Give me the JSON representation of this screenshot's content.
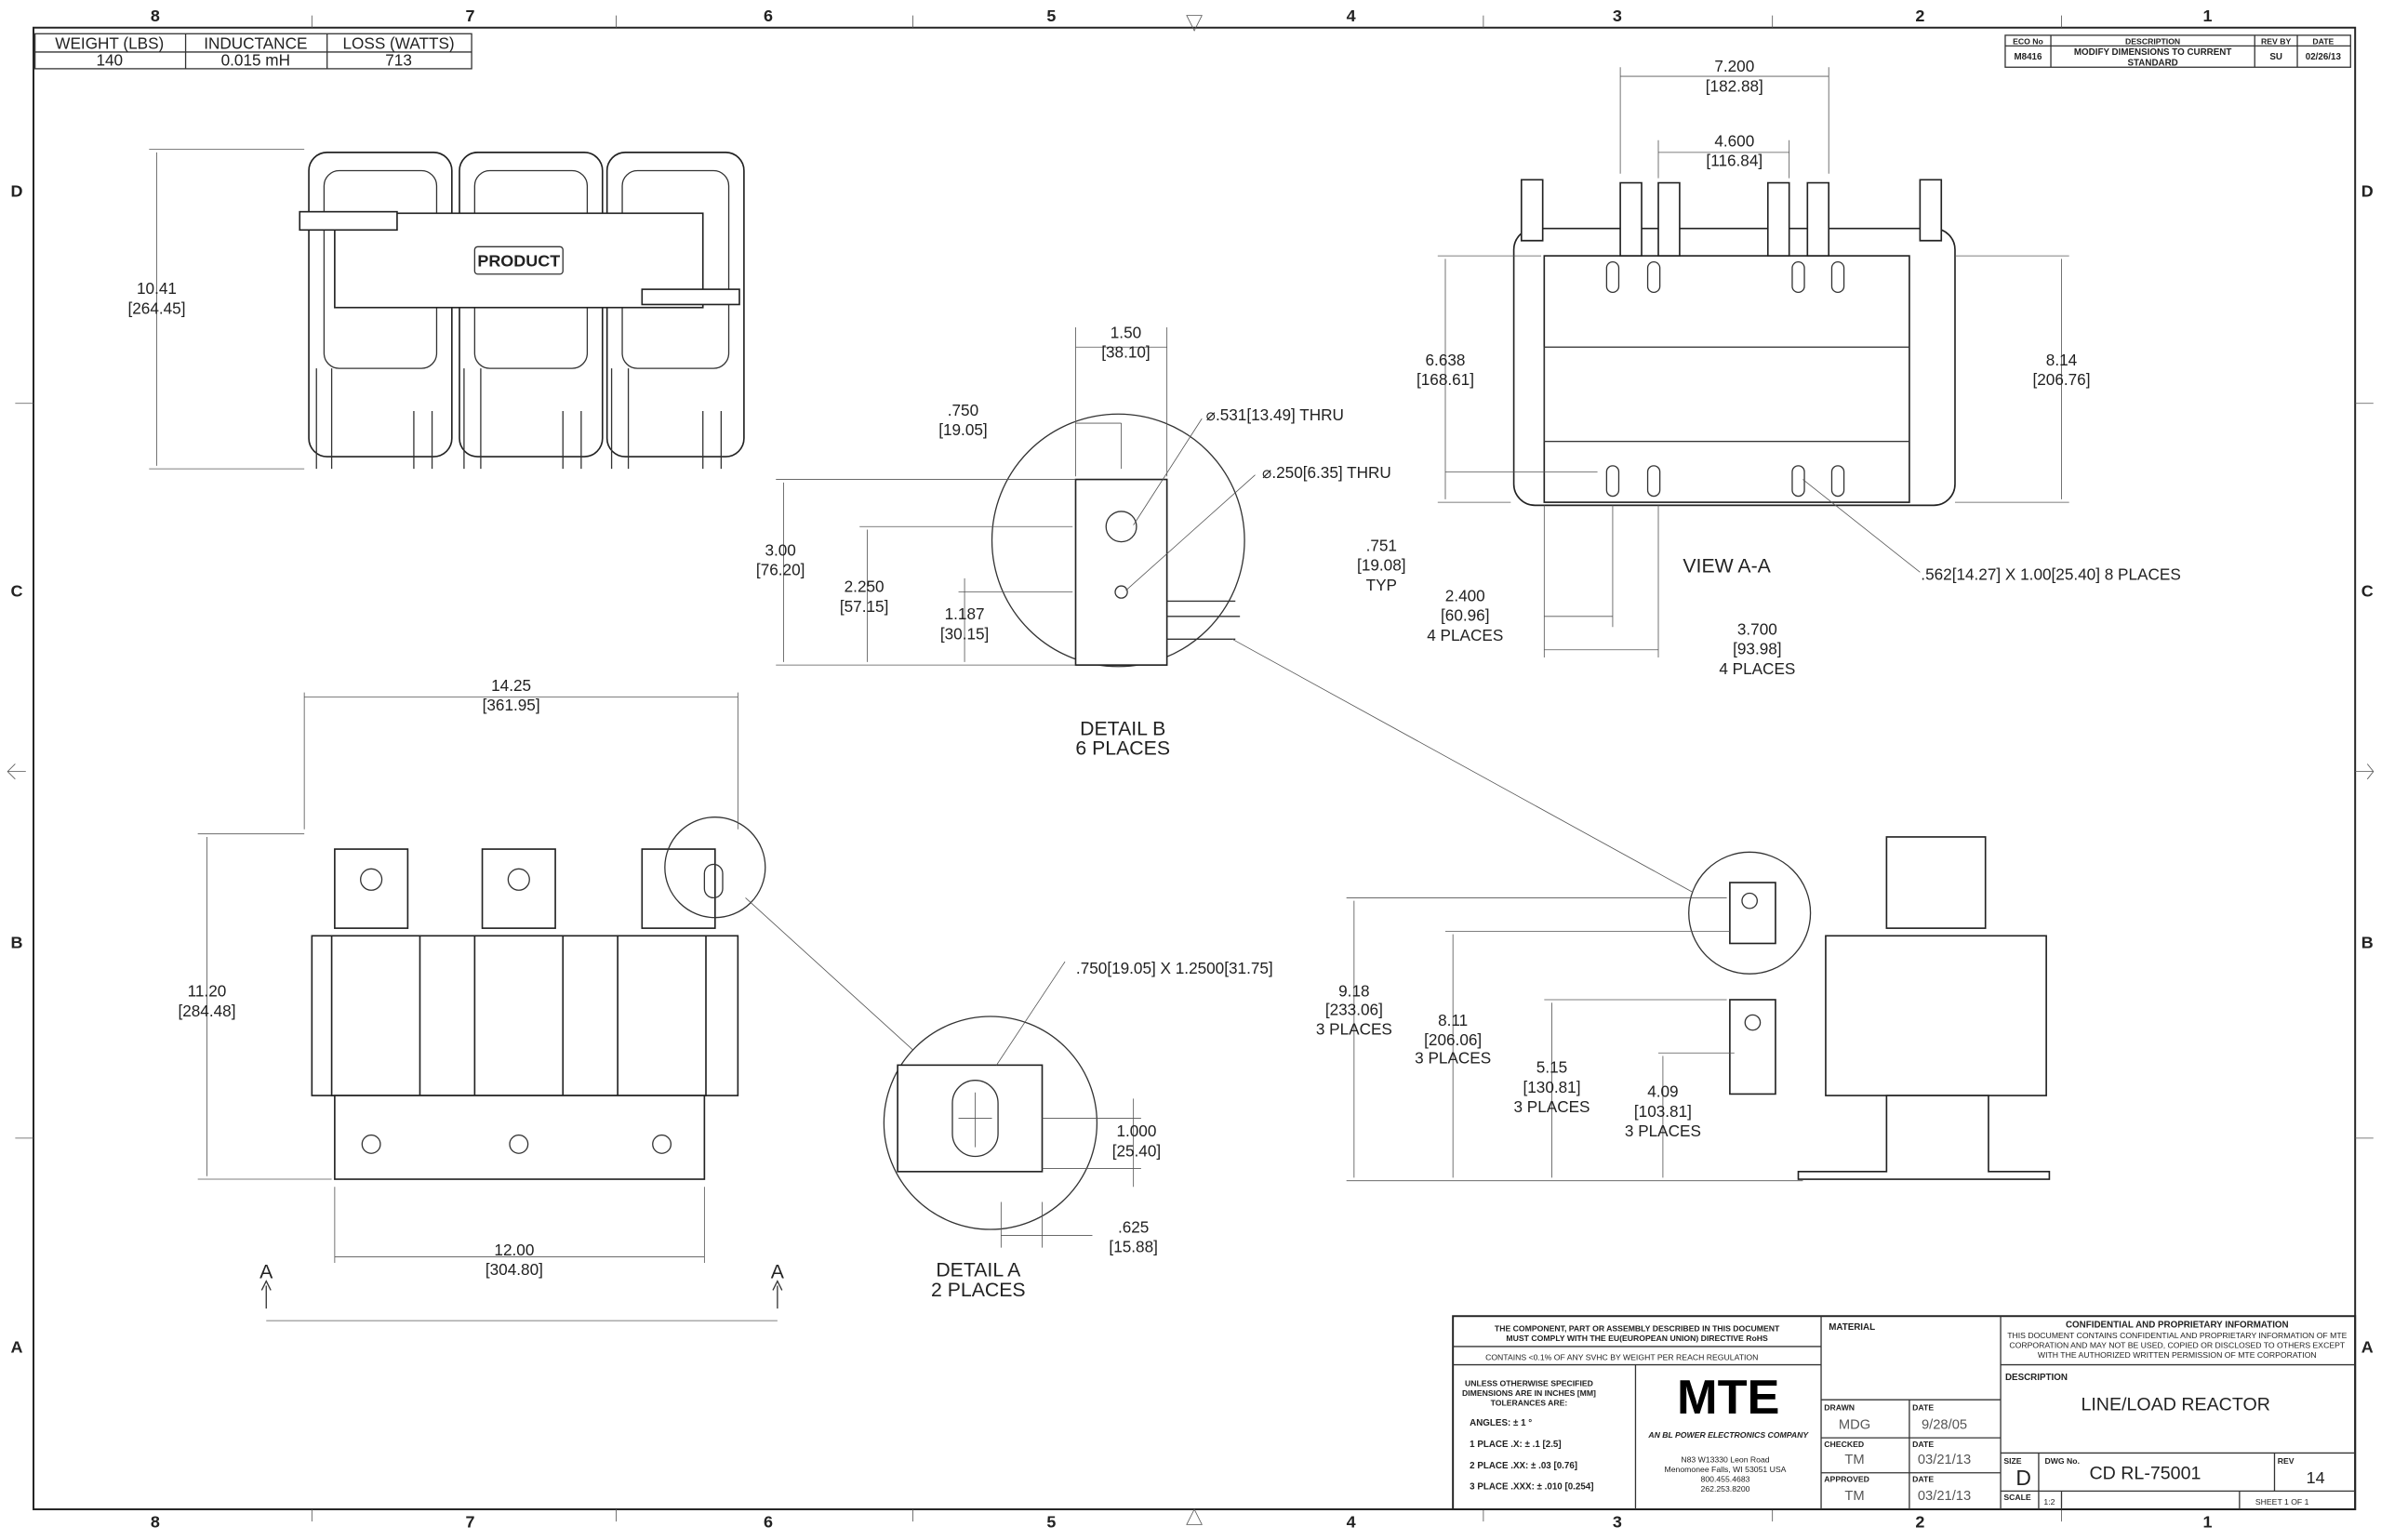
{
  "zones": {
    "cols": [
      "8",
      "7",
      "6",
      "5",
      "4",
      "3",
      "2",
      "1"
    ],
    "rows": [
      "D",
      "C",
      "B",
      "A"
    ]
  },
  "spec_table": {
    "headers": [
      "WEIGHT (LBS)",
      "INDUCTANCE",
      "LOSS (WATTS)"
    ],
    "values": [
      "140",
      "0.015 mH",
      "713"
    ]
  },
  "revision": {
    "headers": [
      "ECO No",
      "DESCRIPTION",
      "REV BY",
      "DATE"
    ],
    "eco": "M8416",
    "desc_line1": "MODIFY DIMENSIONS TO CURRENT",
    "desc_line2": "STANDARD",
    "rev_by": "SU",
    "date": "02/26/13"
  },
  "front_view": {
    "label": "PRODUCT",
    "height": {
      "in": "10.41",
      "mm": "[264.45]"
    }
  },
  "detail_b": {
    "title": "DETAIL B",
    "places": "6 PLACES",
    "d1": {
      "in": "1.50",
      "mm": "[38.10]"
    },
    "d2": {
      "in": ".750",
      "mm": "[19.05]"
    },
    "hole1": "⌀.531[13.49] THRU",
    "hole2": "⌀.250[6.35] THRU",
    "d3": {
      "in": "3.00",
      "mm": "[76.20]"
    },
    "d4": {
      "in": "2.250",
      "mm": "[57.15]"
    },
    "d5": {
      "in": "1.187",
      "mm": "[30.15]"
    }
  },
  "view_aa": {
    "title": "VIEW A-A",
    "d1": {
      "in": "7.200",
      "mm": "[182.88]"
    },
    "d2": {
      "in": "4.600",
      "mm": "[116.84]"
    },
    "d3": {
      "in": "6.638",
      "mm": "[168.61]"
    },
    "d4": {
      "in": "8.14",
      "mm": "[206.76]"
    },
    "d5": {
      "in": ".751",
      "mm": "[19.08]",
      "note": "TYP"
    },
    "slot": ".562[14.27] X 1.00[25.40] 8 PLACES",
    "d6": {
      "in": "2.400",
      "mm": "[60.96]",
      "note": "4 PLACES"
    },
    "d7": {
      "in": "3.700",
      "mm": "[93.98]",
      "note": "4 PLACES"
    }
  },
  "bottom_view": {
    "width": {
      "in": "14.25",
      "mm": "[361.95]"
    },
    "height": {
      "in": "11.20",
      "mm": "[284.48]"
    },
    "base": {
      "in": "12.00",
      "mm": "[304.80]"
    },
    "section_label": "A"
  },
  "detail_a": {
    "title": "DETAIL A",
    "places": "2 PLACES",
    "slot": ".750[19.05] X 1.2500[31.75]",
    "d1": {
      "in": "1.000",
      "mm": "[25.40]"
    },
    "d2": {
      "in": ".625",
      "mm": "[15.88]"
    }
  },
  "side_view": {
    "d1": {
      "in": "9.18",
      "mm": "[233.06]",
      "note": "3 PLACES"
    },
    "d2": {
      "in": "8.11",
      "mm": "[206.06]",
      "note": "3 PLACES"
    },
    "d3": {
      "in": "5.15",
      "mm": "[130.81]",
      "note": "3 PLACES"
    },
    "d4": {
      "in": "4.09",
      "mm": "[103.81]",
      "note": "3 PLACES"
    }
  },
  "title_block": {
    "rohs1": "THE COMPONENT, PART OR ASSEMBLY DESCRIBED IN THIS DOCUMENT",
    "rohs2": "MUST COMPLY WITH THE EU(EUROPEAN UNION) DIRECTIVE RoHS",
    "reach": "CONTAINS <0.1% OF ANY SVHC BY WEIGHT PER REACH REGULATION",
    "tol1": "UNLESS OTHERWISE SPECIFIED",
    "tol2": "DIMENSIONS ARE IN INCHES [MM]",
    "tol3": "TOLERANCES ARE:",
    "angles": "ANGLES: ± 1 °",
    "place1": "1 PLACE .X: ± .1 [2.5]",
    "place2": "2 PLACE .XX: ± .03 [0.76]",
    "place3": "3 PLACE .XXX: ± .010 [0.254]",
    "logo": "MTE",
    "logo_sub": "AN BL POWER ELECTRONICS COMPANY",
    "addr1": "N83 W13330 Leon Road",
    "addr2": "Menomonee Falls, WI 53051 USA",
    "addr3": "800.455.4683",
    "addr4": "262.253.8200",
    "material_label": "MATERIAL",
    "drawn_label": "DRAWN",
    "drawn": "MDG",
    "drawn_date": "9/28/05",
    "checked_label": "CHECKED",
    "checked": "TM",
    "checked_date": "03/21/13",
    "approved_label": "APPROVED",
    "approved": "TM",
    "approved_date": "03/21/13",
    "date_label": "DATE",
    "conf_title": "CONFIDENTIAL AND PROPRIETARY INFORMATION",
    "conf1": "THIS DOCUMENT CONTAINS CONFIDENTIAL AND PROPRIETARY INFORMATION OF MTE",
    "conf2": "CORPORATION AND MAY NOT BE USED, COPIED OR DISCLOSED TO OTHERS EXCEPT",
    "conf3": "WITH THE AUTHORIZED WRITTEN PERMISSION OF MTE CORPORATION",
    "description_label": "DESCRIPTION",
    "description": "LINE/LOAD REACTOR",
    "size_label": "SIZE",
    "size": "D",
    "dwg_label": "DWG No.",
    "dwg": "CD RL-75001",
    "rev_label": "REV",
    "rev": "14",
    "scale_label": "SCALE",
    "scale": "1:2",
    "sheet": "SHEET 1  OF 1"
  }
}
